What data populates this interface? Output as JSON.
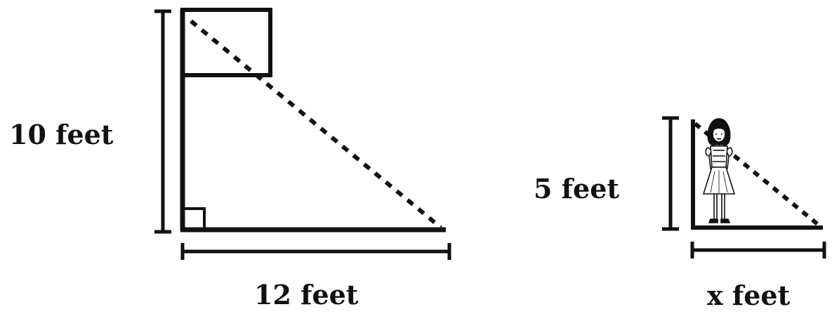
{
  "figure_left": {
    "height_label": "10 feet",
    "base_label": "12 feet"
  },
  "figure_right": {
    "height_label": "5 feet",
    "base_label": "x feet"
  },
  "colors": {
    "ink": "#111111",
    "background": "#ffffff"
  }
}
